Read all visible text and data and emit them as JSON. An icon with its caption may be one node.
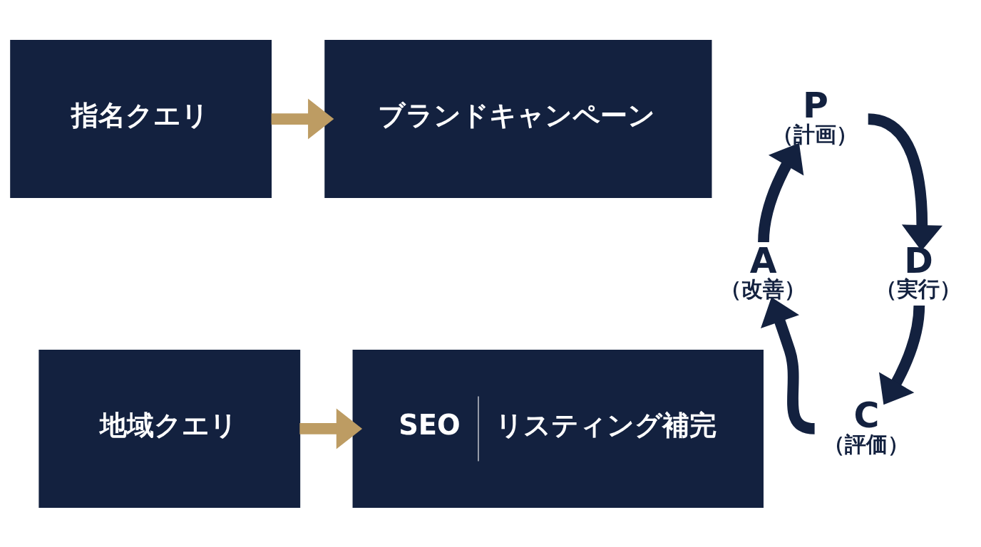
{
  "diagram": {
    "nodes": [
      {
        "text": [
          "指名クエリ"
        ]
      },
      {
        "text": [
          "ブランドキャンペーン"
        ]
      },
      {
        "text": [
          "地域クエリ"
        ]
      },
      {
        "text": [
          "SEO",
          "リスティング補完"
        ]
      },
      {
        "text": [
          "P",
          "（計画）"
        ]
      },
      {
        "text": [
          "A",
          "（改善）"
        ]
      },
      {
        "text": [
          "D",
          "（実行）"
        ]
      },
      {
        "text": [
          "C",
          "（評価）"
        ]
      }
    ],
    "edges": [
      {
        "from": 0,
        "to": 1,
        "arrow": "to",
        "color": "#bd9c63"
      },
      {
        "from": 2,
        "to": 3,
        "arrow": "to",
        "color": "#bd9c63"
      },
      {
        "from": 4,
        "to": 6,
        "arrow": "to"
      },
      {
        "from": 6,
        "to": 7,
        "arrow": "to"
      },
      {
        "from": 7,
        "to": 5,
        "arrow": "to"
      },
      {
        "from": 5,
        "to": 4,
        "arrow": "to"
      }
    ]
  }
}
